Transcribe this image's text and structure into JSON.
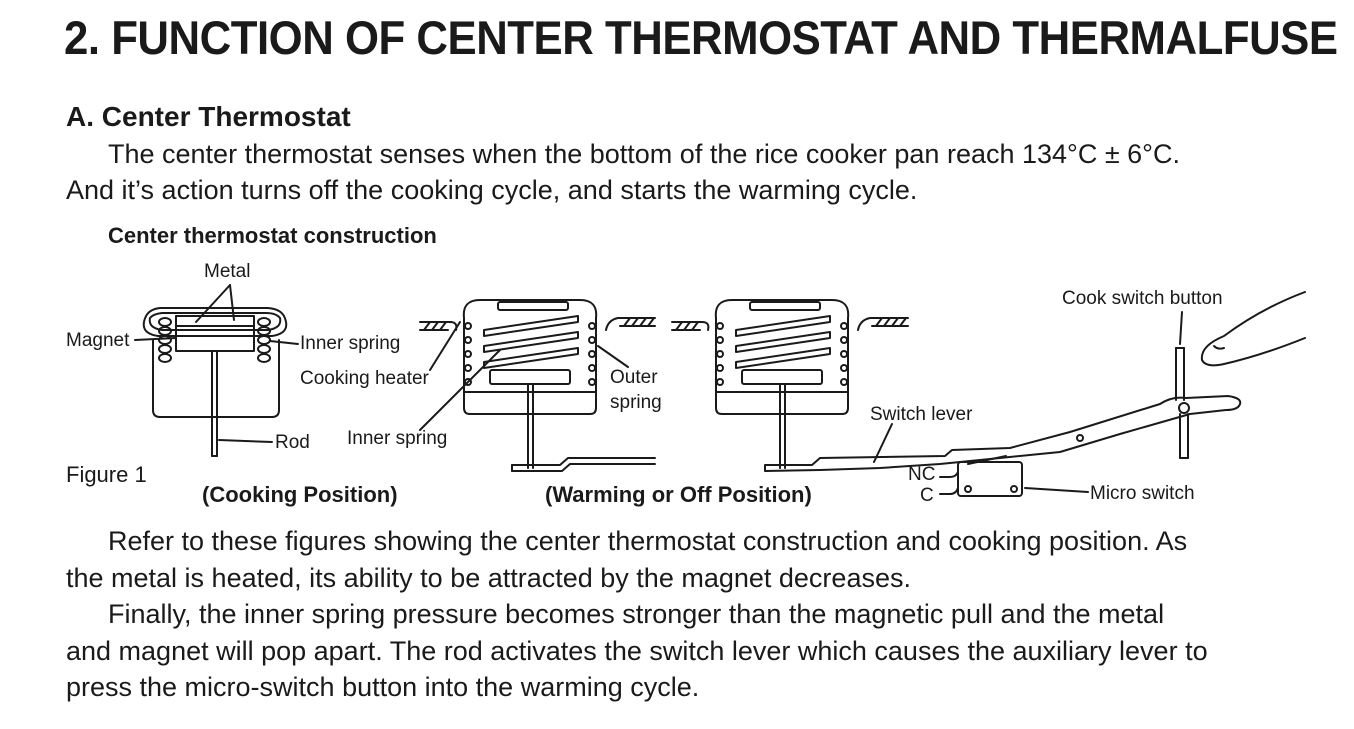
{
  "page": {
    "title": "2. FUNCTION OF CENTER THERMOSTAT AND THERMALFUSE"
  },
  "section_a": {
    "heading": "A. Center Thermostat",
    "intro_line1": "The center thermostat senses when the bottom of the rice cooker pan reach 134°C ± 6°C.",
    "intro_line2": "And it’s action turns off the cooking cycle, and starts the warming cycle."
  },
  "figure": {
    "title": "Center thermostat construction",
    "number": "Figure 1",
    "labels": {
      "metal": "Metal",
      "magnet": "Magnet",
      "inner_spring_1": "Inner spring",
      "rod": "Rod",
      "cooking_heater": "Cooking heater",
      "inner_spring_2": "Inner spring",
      "outer": "Outer",
      "spring": "spring",
      "cook_switch_button": "Cook switch button",
      "switch_lever": "Switch lever",
      "nc": "NC",
      "c": "C",
      "micro_switch": "Micro switch"
    },
    "captions": {
      "cooking": "(Cooking Position)",
      "warming": "(Warming or Off Position)"
    }
  },
  "explanation": {
    "p1_line1": "Refer to these figures showing the center thermostat construction and cooking position. As",
    "p1_line2": "the metal is heated, its ability to be attracted by the magnet decreases.",
    "p2_line1": "Finally, the inner spring pressure becomes stronger than the magnetic pull and the metal",
    "p2_line2": "and magnet will pop apart. The rod activates the switch lever which causes the auxiliary lever to",
    "p2_line3": "press the micro-switch button into the warming cycle."
  }
}
